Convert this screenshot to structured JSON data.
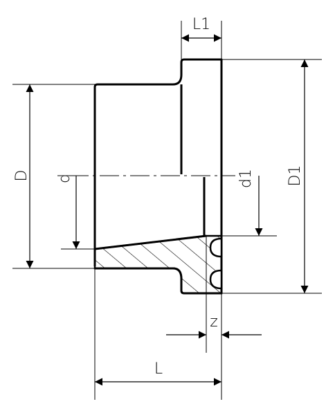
{
  "diagram": {
    "labels": {
      "L1": "L1",
      "D": "D",
      "d": "d",
      "d1": "d1",
      "D1": "D1",
      "z": "z",
      "L": "L"
    }
  },
  "colors": {
    "ink": "#000000",
    "background": "#ffffff"
  }
}
